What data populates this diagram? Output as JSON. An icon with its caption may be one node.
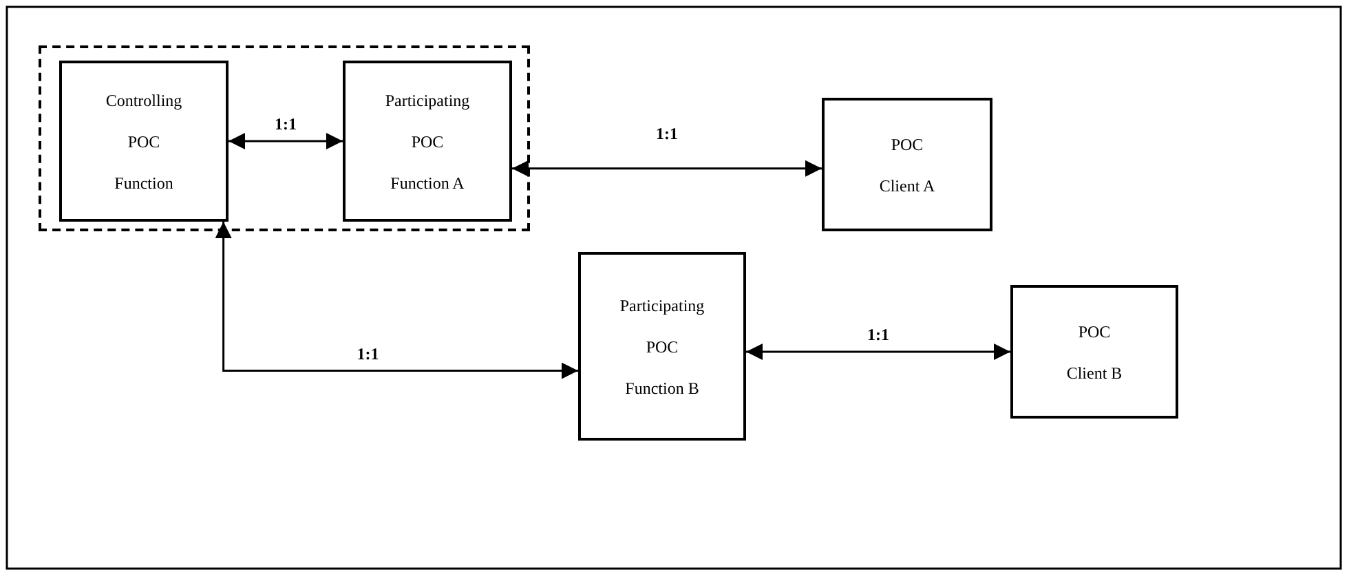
{
  "diagram": {
    "nodes": [
      {
        "text": [],
        "shape": "box"
      },
      {
        "text": [
          "Controlling POC Function"
        ],
        "in": 0
      },
      {
        "text": [
          "Participating POC Function A"
        ],
        "in": 0
      },
      {
        "text": [
          "POC Client A"
        ]
      },
      {
        "text": [
          "Participating POC Function B"
        ]
      },
      {
        "text": [
          "POC Client B"
        ]
      }
    ],
    "edges": [
      {
        "from": 1,
        "to": 2,
        "arrow": "both",
        "label": "1:1"
      },
      {
        "from": 2,
        "to": 3,
        "arrow": "both",
        "label": "1:1"
      },
      {
        "from": 1,
        "to": 4,
        "arrow": "both",
        "label": "1:1"
      },
      {
        "from": 4,
        "to": 5,
        "arrow": "both",
        "label": "1:1"
      }
    ]
  }
}
